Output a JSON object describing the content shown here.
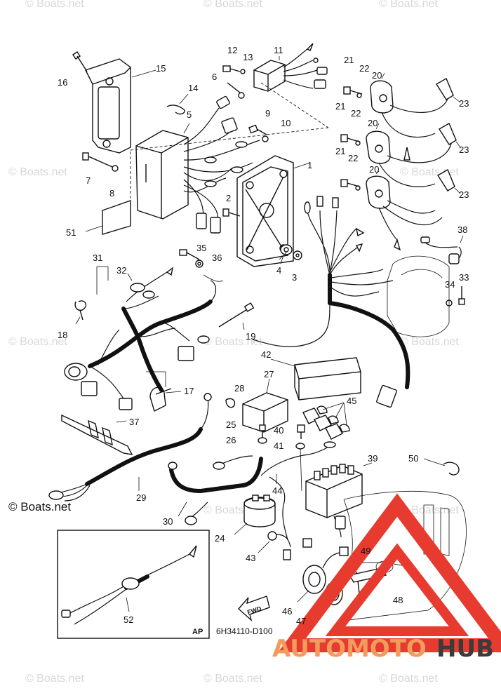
{
  "watermark": {
    "text": "© Boats.net",
    "main_text": "© Boats.net"
  },
  "diagram_code": "6H34110-D100",
  "inset_label": "AP",
  "fwd_label": "FWD",
  "brand": {
    "part1": "AUTOMOTO",
    "part2": "HUB",
    "triangle_color": "#e63b2e",
    "accent_color": "#f39a5d",
    "dark_color": "#3b3b3b"
  },
  "callouts": {
    "c1": "1",
    "c2": "2",
    "c3": "3",
    "c4": "4",
    "c5": "5",
    "c6": "6",
    "c7": "7",
    "c8": "8",
    "c9": "9",
    "c10": "10",
    "c11": "11",
    "c12": "12",
    "c13": "13",
    "c14": "14",
    "c15": "15",
    "c16": "16",
    "c17": "17",
    "c18": "18",
    "c19": "19",
    "c20a": "20",
    "c20b": "20",
    "c20c": "20",
    "c21a": "21",
    "c21b": "21",
    "c21c": "21",
    "c22a": "22",
    "c22b": "22",
    "c22c": "22",
    "c23a": "23",
    "c23b": "23",
    "c23c": "23",
    "c24": "24",
    "c25": "25",
    "c26": "26",
    "c27": "27",
    "c28": "28",
    "c29": "29",
    "c30": "30",
    "c31": "31",
    "c32": "32",
    "c33": "33",
    "c34": "34",
    "c35": "35",
    "c36": "36",
    "c37": "37",
    "c38": "38",
    "c39": "39",
    "c40": "40",
    "c41": "41",
    "c42": "42",
    "c43": "43",
    "c44": "44",
    "c45": "45",
    "c46": "46",
    "c47": "47",
    "c48": "48",
    "c49": "49",
    "c50": "50",
    "c51": "51",
    "c52": "52"
  }
}
